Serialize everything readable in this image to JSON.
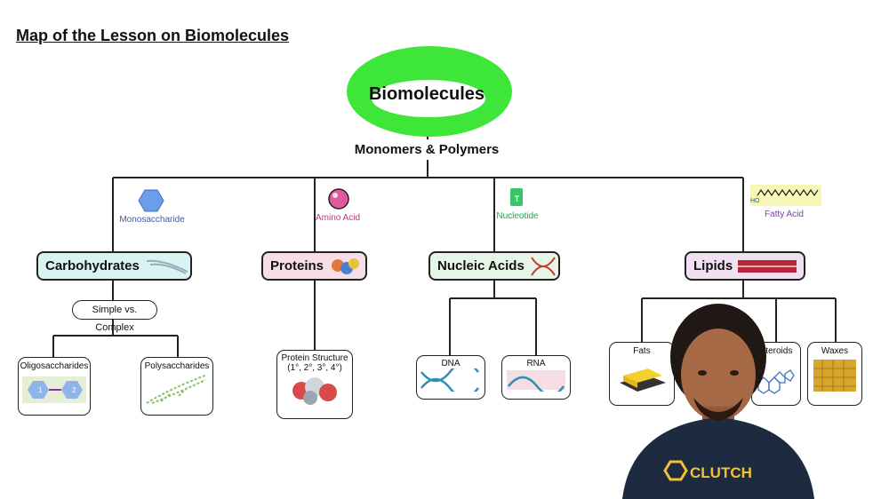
{
  "title": "Map of the Lesson on Biomolecules",
  "root": "Biomolecules",
  "sub": "Monomers & Polymers",
  "monomers": {
    "carb": "Monosaccharide",
    "protein": "Amino Acid",
    "nucleic": "Nucleotide",
    "lipid": "Fatty Acid",
    "nucleotide_letter": "T",
    "fatty_ho": "HO"
  },
  "categories": {
    "carb": "Carbohydrates",
    "protein": "Proteins",
    "nucleic": "Nucleic Acids",
    "lipid": "Lipids"
  },
  "carb_mid": "Simple vs. Complex",
  "carb_leaves": [
    "Oligosaccharides",
    "Polysaccharides"
  ],
  "sugar_numbers": [
    "1",
    "2"
  ],
  "protein_leaf": {
    "line1": "Protein Structure",
    "line2": "(1°, 2°, 3°, 4°)"
  },
  "nucleic_leaves": [
    "DNA",
    "RNA"
  ],
  "lipid_leaves": [
    "Fats",
    "Steroids",
    "Waxes"
  ],
  "shirt_text": "CLUTCH",
  "colors": {
    "ring": "#3fe63a",
    "carb_box": "#d9f3f2",
    "protein_box": "#f7dde6",
    "nucleic_box": "#e6f6e6",
    "lipid_box": "#f0e0f2"
  }
}
